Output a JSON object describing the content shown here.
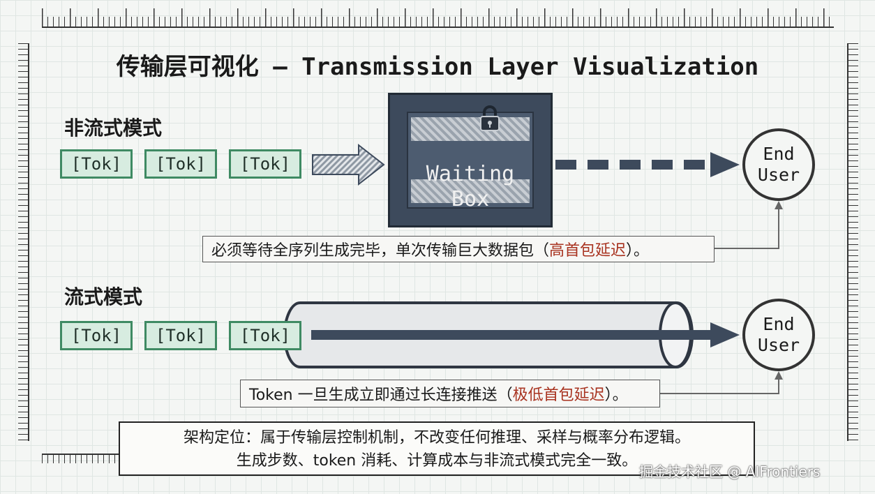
{
  "title": "传输层可视化 – Transmission Layer Visualization",
  "non_streaming": {
    "heading": "非流式模式",
    "tokens": [
      "[Tok]",
      "[Tok]",
      "[Tok]"
    ],
    "box_line1": "Waiting",
    "box_line2": "Box",
    "end_user_line1": "End",
    "end_user_line2": "User",
    "note_text": "必须等待全序列生成完毕，单次传输巨大数据包（",
    "note_highlight": "高首包延迟",
    "note_end": "）。"
  },
  "streaming": {
    "heading": "流式模式",
    "tokens": [
      "[Tok]",
      "[Tok]",
      "[Tok]"
    ],
    "end_user_line1": "End",
    "end_user_line2": "User",
    "note_text": "Token 一旦生成立即通过长连接推送（",
    "note_highlight": "极低首包延迟",
    "note_end": "）。"
  },
  "footer": {
    "line1": "架构定位：属于传输层控制机制，不改变任何推理、采样与概率分布逻辑。",
    "line2": "生成步数、token 消耗、计算成本与非流式模式完全一致。"
  },
  "watermark": "掘金技术社区 @ AIFrontiers",
  "colors": {
    "token_fill": "#d7ece0",
    "token_border": "#3f8a63",
    "box": "#3d4a5c",
    "highlight": "#a8321f"
  },
  "icons": [
    "lock-icon",
    "hatched-arrow-icon",
    "dashed-arrow-icon",
    "pipe-icon"
  ]
}
